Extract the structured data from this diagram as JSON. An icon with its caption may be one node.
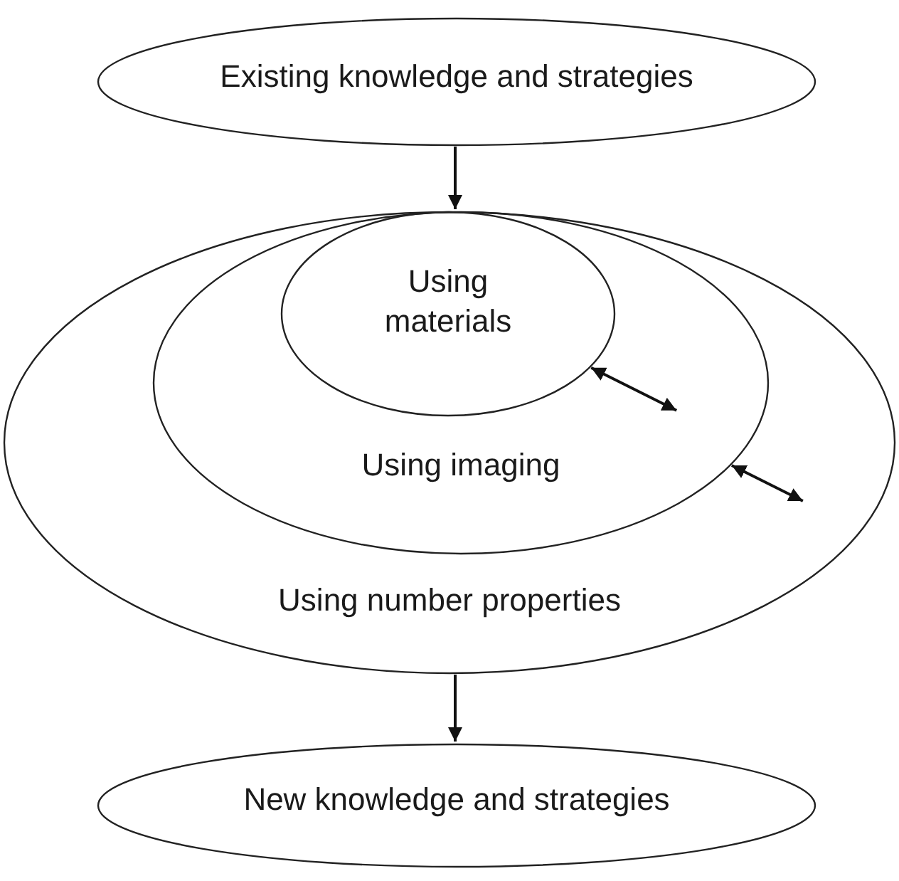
{
  "diagram": {
    "nodes": [
      {
        "text": [
          "Existing knowledge and strategies"
        ]
      },
      {
        "text": [
          "Using number properties"
        ]
      },
      {
        "text": [
          "Using imaging"
        ],
        "in": 1
      },
      {
        "text": [
          "Using materials"
        ],
        "in": 2
      },
      {
        "text": [
          "New knowledge and strategies"
        ]
      }
    ],
    "edges": [
      {
        "from": 0,
        "to": 1,
        "arrow": "to"
      },
      {
        "from": 3,
        "to": 2,
        "arrow": "both"
      },
      {
        "from": 2,
        "to": 1,
        "arrow": "both"
      },
      {
        "from": 1,
        "to": 4,
        "arrow": "to"
      }
    ]
  }
}
